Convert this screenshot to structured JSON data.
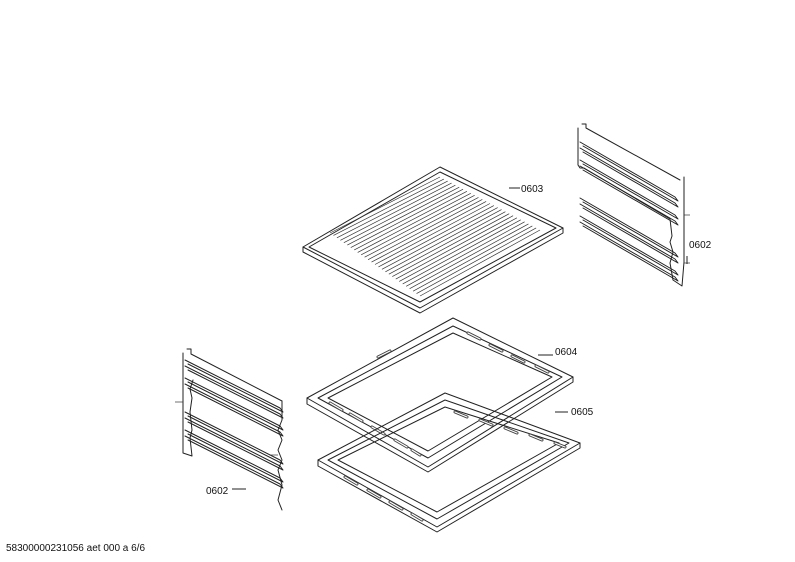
{
  "parts": {
    "rack": "0603",
    "rails_right": "0602",
    "tray_upper": "0604",
    "tray_lower": "0605",
    "rails_left": "0602"
  },
  "footer": "58300000231056 aet 000 a 6/6"
}
